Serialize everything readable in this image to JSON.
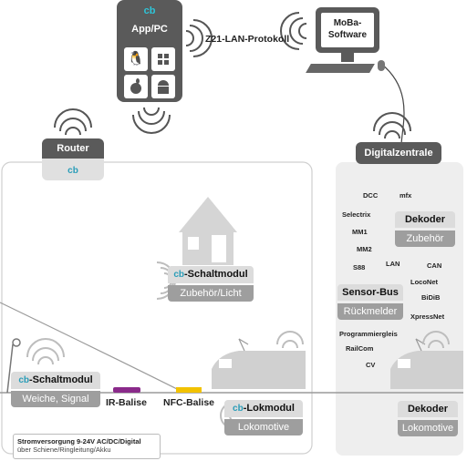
{
  "app_pc": {
    "title": "App/PC",
    "logo": "cb-logo",
    "icons": [
      "linux-icon",
      "windows-icon",
      "apple-icon",
      "android-icon"
    ]
  },
  "protocol_label": "Z21-LAN-Protokoll",
  "moba": {
    "line1": "MoBa-",
    "line2": "Software"
  },
  "router": {
    "title": "Router"
  },
  "central": {
    "title": "Digitalzentrale"
  },
  "protocols": {
    "dcc": "DCC",
    "mfx": "mfx",
    "selectrix": "Selectrix",
    "mm1": "MM1",
    "mm2": "MM2",
    "s88": "S88",
    "lan": "LAN",
    "can": "CAN",
    "loconet": "LocoNet",
    "bidib": "BiDiB",
    "xpressnet": "XpressNet",
    "programmiergleis": "Programmiergleis",
    "railcom": "RailCom",
    "cv": "CV"
  },
  "dekoder_acc": {
    "title": "Dekoder",
    "sub": "Zubehör"
  },
  "sensor_bus": {
    "title": "Sensor-Bus",
    "sub": "Rückmelder"
  },
  "dekoder_loco": {
    "title": "Dekoder",
    "sub": "Lokomotive"
  },
  "schaltmodul_house": {
    "title": "-Schaltmodul",
    "sub": "Zubehör/Licht"
  },
  "schaltmodul_track": {
    "title": "-Schaltmodul",
    "sub": "Weiche, Signal"
  },
  "ir_balise": "IR-Balise",
  "nfc_balise": "NFC-Balise",
  "lokmodul": {
    "title": "-Lokmodul",
    "sub": "Lokomotive"
  },
  "logo_text": "cb",
  "power": {
    "line1": "Stromversorgung 9-24V AC/DC/Digital",
    "line2": "über Schiene/Ringleitung/Akku"
  },
  "colors": {
    "accent": "#2a9db8",
    "dark": "#5a5a5a",
    "box_light": "#dcdcdc",
    "box_dark": "#9e9e9e",
    "ir": "#8a2a8a",
    "nfc": "#f2c200"
  }
}
